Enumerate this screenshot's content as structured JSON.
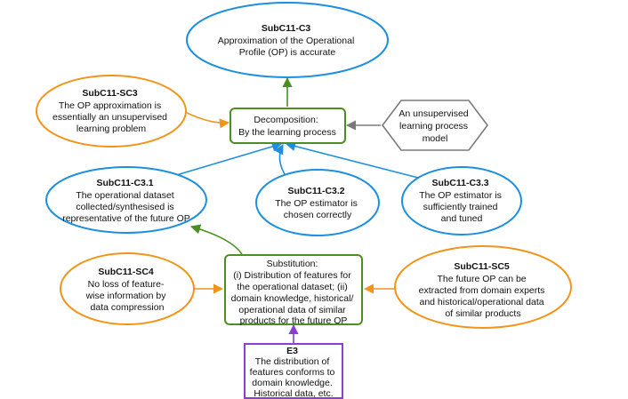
{
  "colors": {
    "claim": "#1c8fe0",
    "strategy": "#4a8f22",
    "subclaim_context": "#f2941a",
    "evidence": "#8a3fd1",
    "model": "#7a7a7a"
  },
  "nodes": {
    "c3": {
      "id": "SubC11-C3",
      "lines": [
        "Approximation of the Operational",
        "Profile (OP) is accurate"
      ]
    },
    "sc3": {
      "id": "SubC11-SC3",
      "lines": [
        "The OP approximation is",
        "essentially an unsupervised",
        "learning problem"
      ]
    },
    "decomp": {
      "id": "",
      "lines": [
        "Decomposition:",
        "By the learning process"
      ]
    },
    "model": {
      "id": "",
      "lines": [
        "An unsupervised",
        "learning process",
        "model"
      ]
    },
    "c31": {
      "id": "SubC11-C3.1",
      "lines": [
        "The operational dataset",
        "collected/synthesised is",
        "representative of the future OP"
      ]
    },
    "c32": {
      "id": "SubC11-C3.2",
      "lines": [
        "The OP estimator is",
        "chosen correctly"
      ]
    },
    "c33": {
      "id": "SubC11-C3.3",
      "lines": [
        "The OP estimator is",
        "sufficiently trained",
        "and tuned"
      ]
    },
    "subst": {
      "id": "",
      "lines": [
        "Substitution:",
        "(i) Distribution of features for",
        "the operational dataset; (ii)",
        "domain knowledge, historical/",
        "operational data of similar",
        "products for the future OP"
      ]
    },
    "sc4": {
      "id": "SubC11-SC4",
      "lines": [
        "No loss of feature-",
        "wise information by",
        "data compression"
      ]
    },
    "sc5": {
      "id": "SubC11-SC5",
      "lines": [
        "The future OP can be",
        "extracted from domain experts",
        "and historical/operational data",
        "of similar products"
      ]
    },
    "e3": {
      "id": "E3",
      "lines": [
        "The distribution of",
        "features conforms to",
        "domain knowledge.",
        "Historical data, etc."
      ]
    }
  }
}
